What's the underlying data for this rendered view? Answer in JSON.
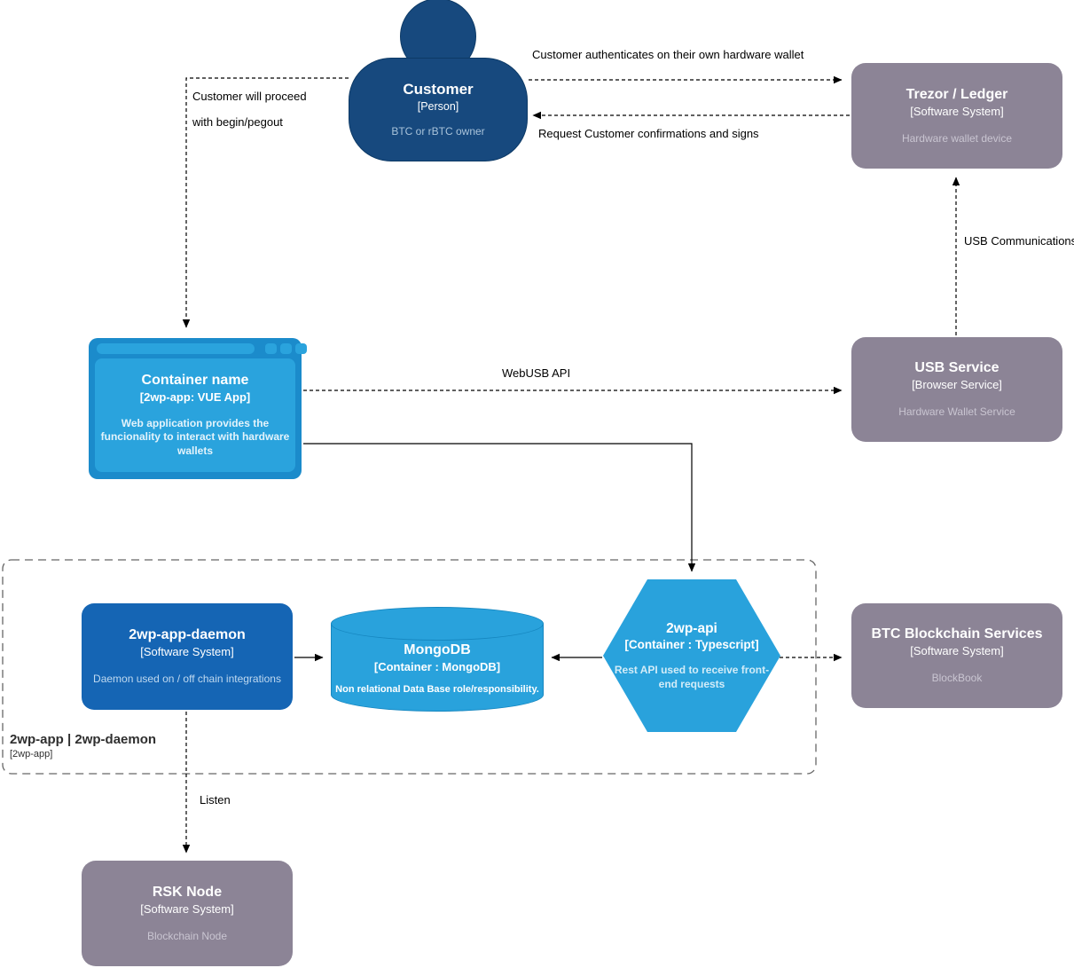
{
  "nodes": {
    "customer": {
      "title": "Customer",
      "subtitle": "[Person]",
      "desc": "BTC or rBTC owner"
    },
    "trezor": {
      "title": "Trezor / Ledger",
      "subtitle": "[Software System]",
      "desc": "Hardware wallet device"
    },
    "container": {
      "title": "Container name",
      "subtitle": "[2wp-app: VUE App]",
      "desc": "Web application provides the funcionality to interact with hardware wallets"
    },
    "usb_service": {
      "title": "USB Service",
      "subtitle": "[Browser Service]",
      "desc": "Hardware Wallet Service"
    },
    "daemon": {
      "title": "2wp-app-daemon",
      "subtitle": "[Software System]",
      "desc": "Daemon used on / off chain integrations"
    },
    "mongodb": {
      "title": "MongoDB",
      "subtitle": "[Container : MongoDB]",
      "desc": "Non relational Data Base role/responsibility."
    },
    "api": {
      "title": "2wp-api",
      "subtitle": "[Container : Typescript]",
      "desc": "Rest API used to receive front-end requests"
    },
    "btc": {
      "title": "BTC Blockchain Services",
      "subtitle": "[Software System]",
      "desc": "BlockBook"
    },
    "rsk": {
      "title": "RSK Node",
      "subtitle": "[Software System]",
      "desc": "Blockchain Node"
    }
  },
  "boundary": {
    "title": "2wp-app | 2wp-daemon",
    "subtitle": "[2wp-app]"
  },
  "edge_labels": {
    "auth": "Customer authenticates on their own hardware wallet",
    "request": "Request Customer confirmations and signs",
    "proceed_line1": "Customer will proceed",
    "proceed_line2": "with begin/pegout",
    "webusb": "WebUSB API",
    "usb_comm": "USB Communications",
    "listen": "Listen"
  },
  "colors": {
    "person_navy": "#17497E",
    "container_light_blue": "#29A2DC",
    "daemon_blue": "#1565B4",
    "external_gray": "#8C8496",
    "muted_text_on_gray": "#C9C5D1",
    "connector": "#000000",
    "boundary": "#666666"
  }
}
